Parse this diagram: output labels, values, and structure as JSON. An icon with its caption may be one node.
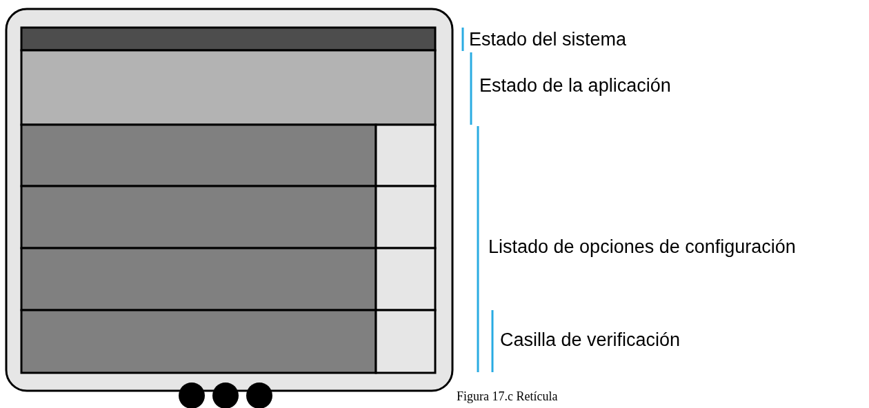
{
  "diagram": {
    "caption": "Figura 17.c Retícula",
    "labels": [
      "Estado del sistema",
      "Estado de la aplicación",
      "Listado de opciones de configuración",
      "Casilla de verificación"
    ]
  }
}
